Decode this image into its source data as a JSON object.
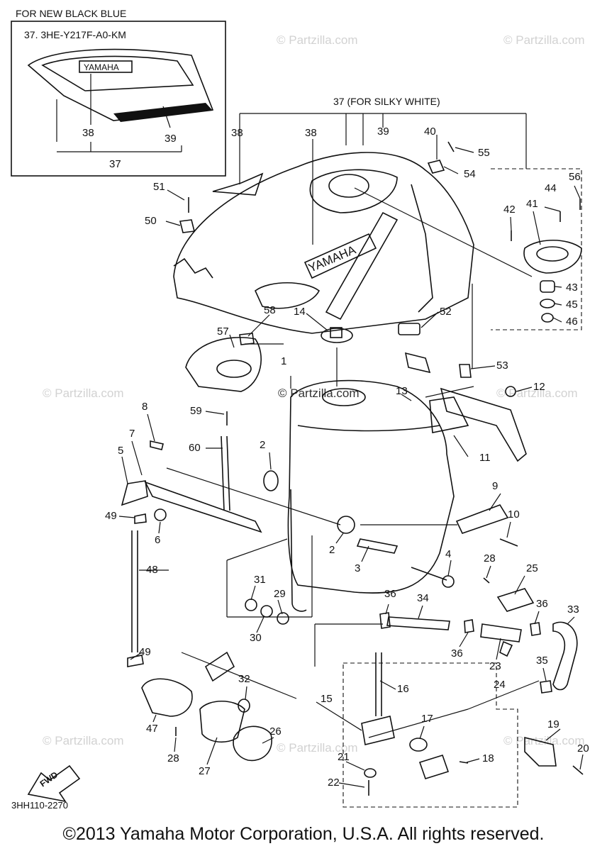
{
  "inset": {
    "header": "FOR NEW BLACK BLUE",
    "part_number": "37. 3HE-Y217F-A0-KM",
    "labels": [
      "38",
      "39",
      "37"
    ]
  },
  "silky_white_label": "37 (FOR SILKY WHITE)",
  "tank_logo_text": "YAMAHA",
  "inset_logo_text": "YAMAHA",
  "fwd_label": "FWD",
  "watermark": "© Partzilla.com",
  "diagram_code": "3HH110-2270",
  "copyright": "©2013 Yamaha Motor Corporation, U.S.A. All rights reserved.",
  "callouts": [
    "1",
    "2",
    "2",
    "3",
    "4",
    "5",
    "6",
    "7",
    "8",
    "9",
    "10",
    "11",
    "12",
    "13",
    "14",
    "15",
    "16",
    "17",
    "18",
    "19",
    "20",
    "21",
    "22",
    "23",
    "24",
    "25",
    "26",
    "27",
    "28",
    "28",
    "29",
    "30",
    "31",
    "32",
    "33",
    "34",
    "35",
    "36",
    "36",
    "36",
    "38",
    "38",
    "39",
    "40",
    "41",
    "42",
    "43",
    "44",
    "45",
    "46",
    "47",
    "48",
    "49",
    "49",
    "50",
    "51",
    "52",
    "53",
    "54",
    "55",
    "56",
    "57",
    "58",
    "59",
    "60"
  ]
}
